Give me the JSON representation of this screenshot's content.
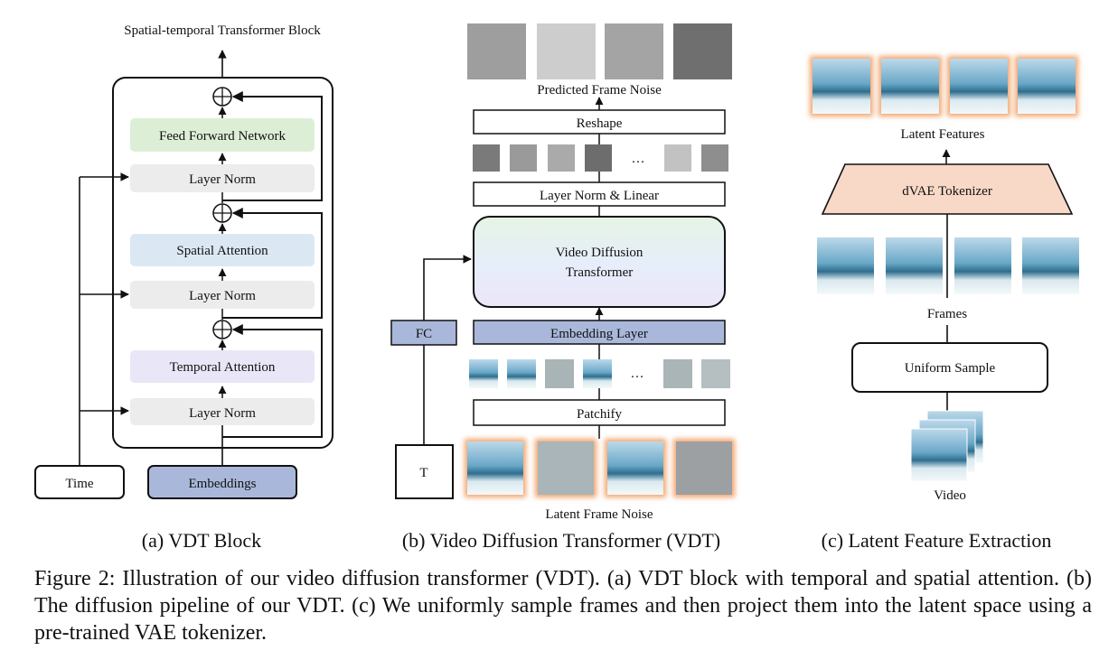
{
  "panel_a": {
    "title": "Spatial-temporal Transformer Block",
    "ffn": "Feed Forward Network",
    "norm3": "Layer Norm",
    "spatial": "Spatial Attention",
    "norm2": "Layer Norm",
    "temporal": "Temporal Attention",
    "norm1": "Layer Norm",
    "time": "Time",
    "embeddings": "Embeddings",
    "subcaption": "(a) VDT Block"
  },
  "panel_b": {
    "predicted": "Predicted Frame Noise",
    "reshape": "Reshape",
    "ellipsis": "…",
    "layer_norm_linear": "Layer Norm & Linear",
    "vdt_line1": "Video Diffusion",
    "vdt_line2": "Transformer",
    "fc": "FC",
    "embedding_layer": "Embedding Layer",
    "patchify": "Patchify",
    "t": "T",
    "latent_noise": "Latent Frame Noise",
    "subcaption": "(b) Video Diffusion Transformer (VDT)"
  },
  "panel_c": {
    "latent_features": "Latent Features",
    "tokenizer": "dVAE Tokenizer",
    "frames": "Frames",
    "uniform": "Uniform Sample",
    "video": "Video",
    "subcaption": "(c) Latent Feature Extraction"
  },
  "caption": "Figure 2:  Illustration of our video diffusion transformer (VDT). (a) VDT block with temporal and spatial attention. (b) The diffusion pipeline of our VDT. (c) We uniformly sample frames and then project them into the latent space using a pre-trained VAE tokenizer.",
  "colors": {
    "ffn": "#dcefd6",
    "spatial": "#dbe8f4",
    "temporal": "#e9e6f7",
    "norm": "#ececec",
    "embedding": "#a9b8da",
    "tokenizer": "#f8d8c6",
    "glow": "#f2a66e"
  }
}
